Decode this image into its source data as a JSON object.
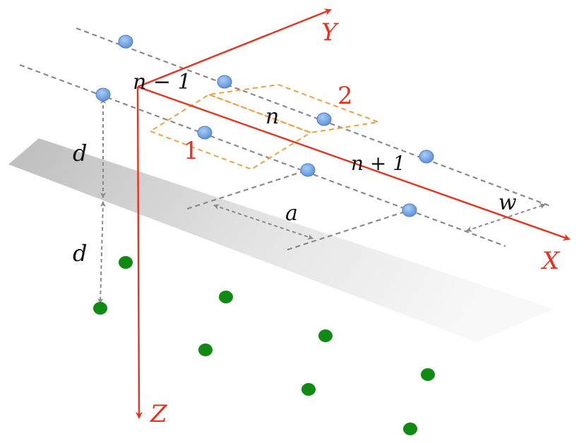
{
  "labels": {
    "axis_x": "X",
    "axis_y": "Y",
    "axis_z": "Z",
    "chain_prev": "n − 1",
    "chain_curr": "n",
    "chain_next": "n + 1",
    "spacing_a": "a",
    "width_w": "w",
    "dist_d_upper": "d",
    "dist_d_lower": "d",
    "cell_1": "1",
    "cell_2": "2"
  },
  "colors": {
    "axis": "#e8321e",
    "chain_line": "#8a8a8a",
    "upper_atom": "#6fa3e8",
    "lower_atom": "#0f8a12",
    "unit_cell": "#f0a040",
    "plane": "#d9d9d9"
  }
}
